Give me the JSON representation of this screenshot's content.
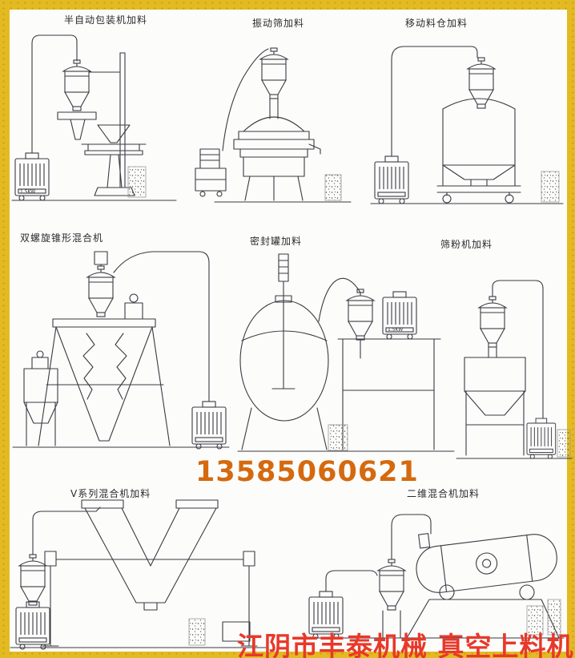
{
  "diagrams": [
    {
      "id": "semi-auto-packaging",
      "label": "半自动包装机加料"
    },
    {
      "id": "vibrating-sieve",
      "label": "振动筛加料"
    },
    {
      "id": "mobile-silo",
      "label": "移动料仓加料"
    },
    {
      "id": "double-screw-conical-mixer",
      "label": "双螺旋锥形混合机"
    },
    {
      "id": "sealed-tank",
      "label": "密封罐加料"
    },
    {
      "id": "powder-sieving-machine",
      "label": "筛粉机加料"
    },
    {
      "id": "v-mixer",
      "label": "V系列混合机加料"
    },
    {
      "id": "two-d-mixer",
      "label": "二维混合机加料"
    }
  ],
  "machine_labels": {
    "kw": "1.5KW"
  },
  "phone": "13585060621",
  "watermark": "江阴市丰泰机械 真空上料机",
  "colors": {
    "frame": "#e4ba22",
    "line": "#3a3a44",
    "phone": "#d5690f",
    "watermark": "#e8382a",
    "label": "#2b2b30"
  }
}
